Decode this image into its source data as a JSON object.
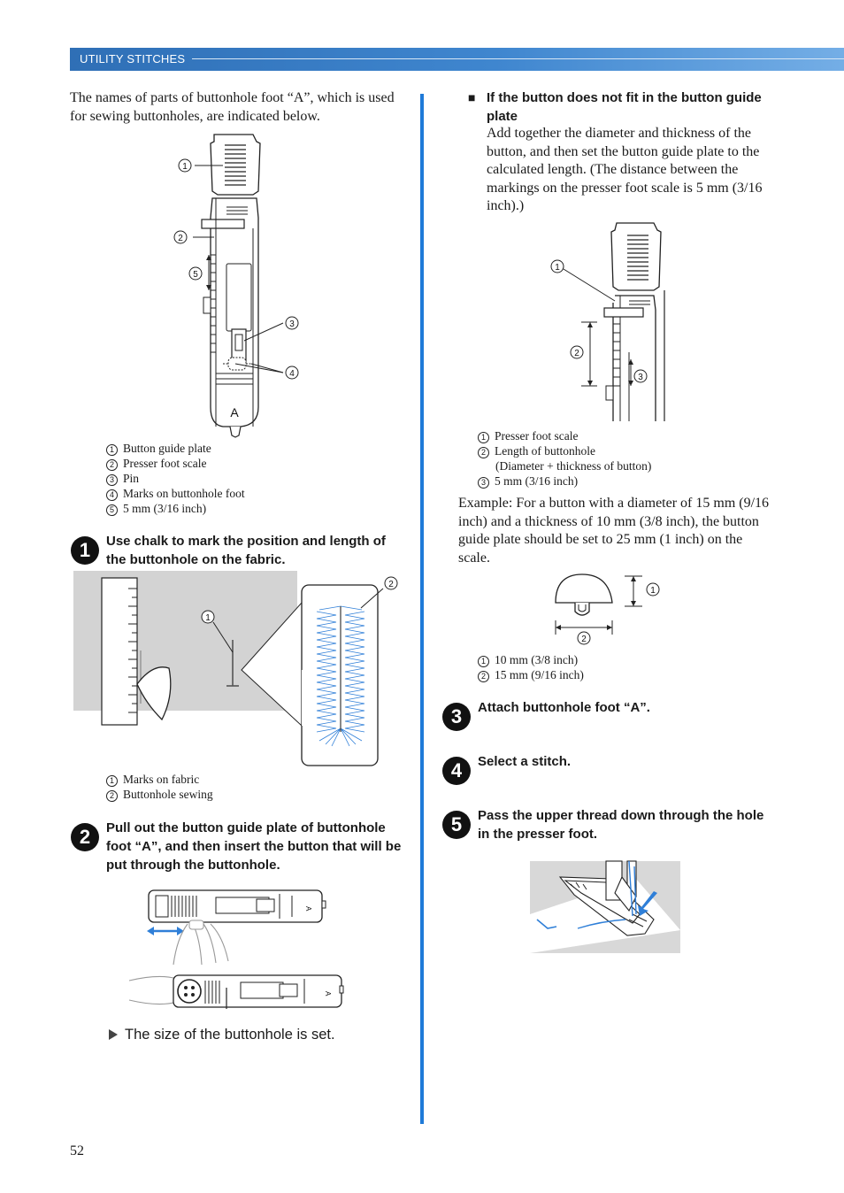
{
  "header": {
    "section": "UTILITY STITCHES"
  },
  "intro": "The names of parts of buttonhole foot “A”, which is used for sewing buttonholes, are indicated below.",
  "foot_figure": {
    "foot_letter": "A",
    "callouts": [
      "1",
      "2",
      "3",
      "4",
      "5"
    ],
    "captions": [
      {
        "num": "1",
        "text": "Button guide plate"
      },
      {
        "num": "2",
        "text": "Presser foot scale"
      },
      {
        "num": "3",
        "text": "Pin"
      },
      {
        "num": "4",
        "text": "Marks on buttonhole foot"
      },
      {
        "num": "5",
        "text": "5 mm (3/16 inch)"
      }
    ]
  },
  "step1": {
    "num": "1",
    "text": "Use chalk to mark the position and length of the buttonhole on the fabric.",
    "callouts": [
      "1",
      "2"
    ],
    "captions": [
      {
        "num": "1",
        "text": "Marks on fabric"
      },
      {
        "num": "2",
        "text": "Buttonhole sewing"
      }
    ]
  },
  "step2": {
    "num": "2",
    "text": "Pull out the button guide plate of buttonhole foot “A”, and then insert the button that will be put through the buttonhole.",
    "foot_letter": "A",
    "result": "The size of the buttonhole is set."
  },
  "right_section": {
    "bullet": "■",
    "heading": "If the button does not fit in the button guide plate",
    "body": "Add together the diameter and thickness of the button, and then set the button guide plate to the calculated length. (The distance between the markings on the presser foot scale is 5 mm (3/16 inch).)",
    "callouts": [
      "1",
      "2",
      "3"
    ],
    "captions": [
      {
        "num": "1",
        "text": "Presser foot scale"
      },
      {
        "num": "2",
        "text": "Length of buttonhole",
        "sub": "(Diameter + thickness of button)"
      },
      {
        "num": "3",
        "text": "5 mm (3/16 inch)"
      }
    ],
    "example": "Example: For a button with a diameter of 15 mm (9/16 inch) and a thickness of 10 mm (3/8 inch), the button guide plate should be set to 25 mm (1 inch) on the scale.",
    "button_callouts": [
      "1",
      "2"
    ],
    "button_captions": [
      {
        "num": "1",
        "text": "10 mm (3/8 inch)"
      },
      {
        "num": "2",
        "text": "15 mm (9/16 inch)"
      }
    ]
  },
  "step3": {
    "num": "3",
    "text": "Attach buttonhole foot “A”."
  },
  "step4": {
    "num": "4",
    "text": "Select a stitch."
  },
  "step5": {
    "num": "5",
    "text": "Pass the upper thread down through the hole in the presser foot."
  },
  "footer": {
    "page_number": "52"
  },
  "colors": {
    "header_blue": "#3f86cf",
    "divider_blue": "#1f7ad8",
    "fabric_gray": "#d3d3d3",
    "stitch_blue": "#2f7fd8"
  }
}
